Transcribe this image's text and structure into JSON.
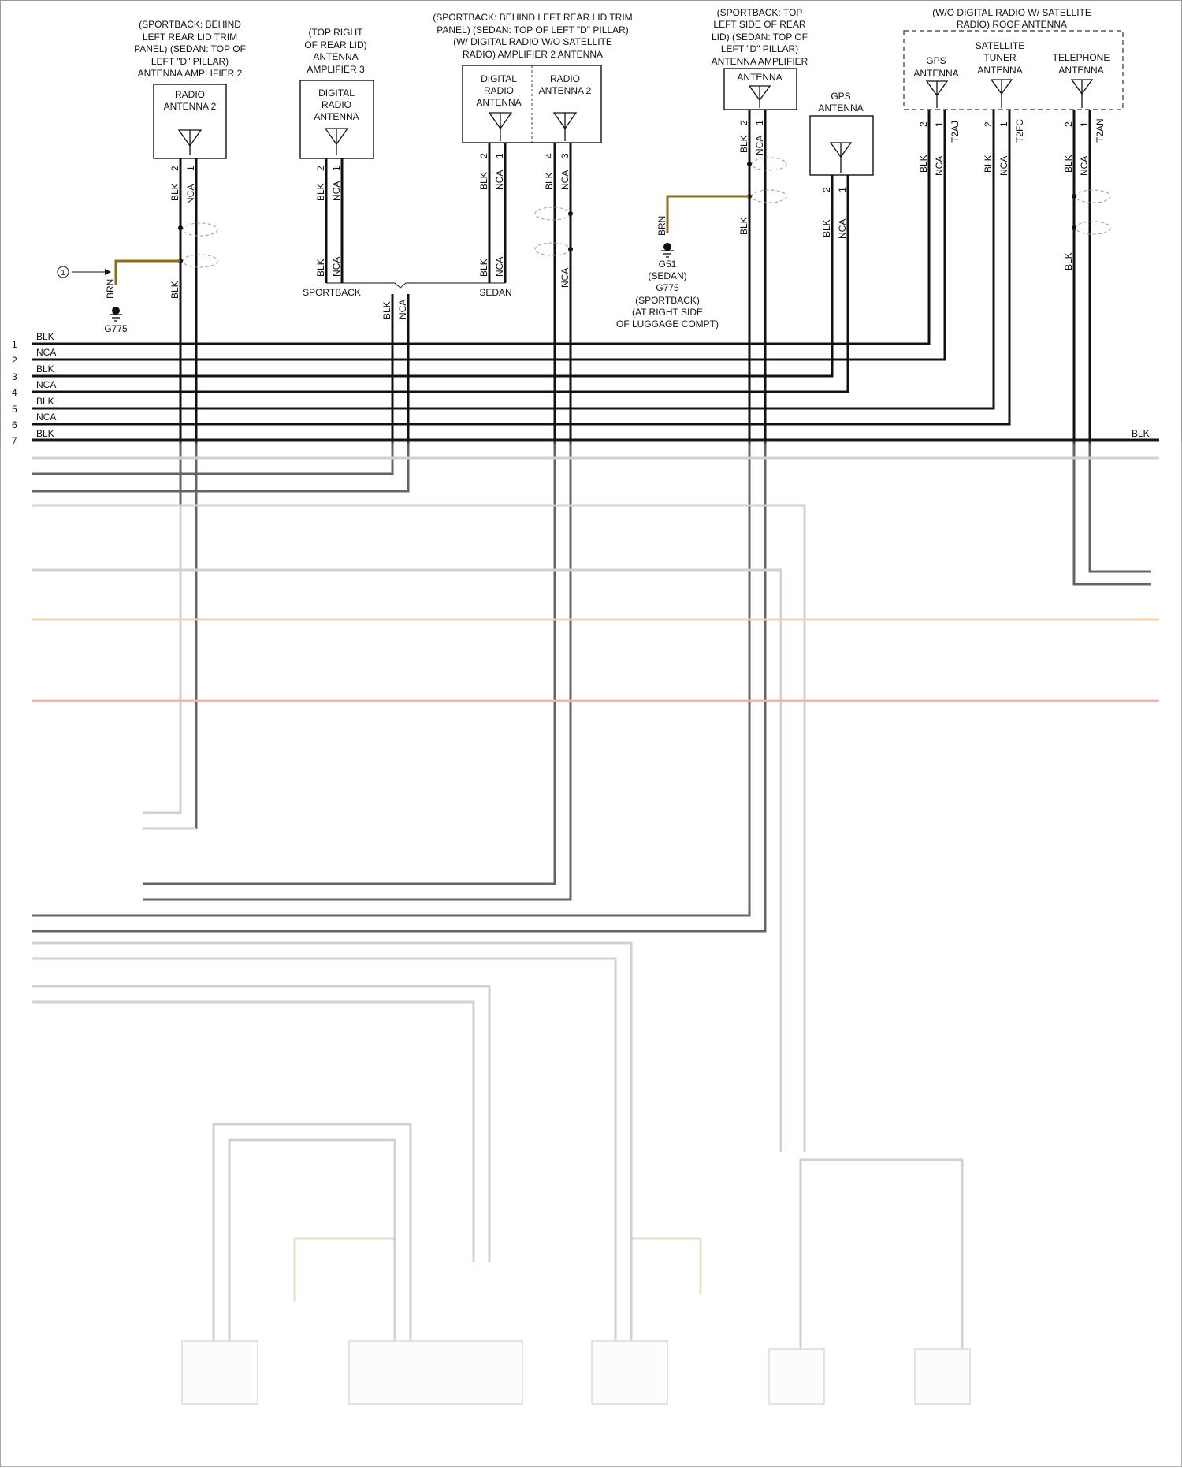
{
  "components": [
    {
      "id": "c1",
      "title_lines": [
        "(SPORTBACK: BEHIND",
        "LEFT REAR LID TRIM",
        "PANEL) (SEDAN: TOP OF",
        "LEFT \"D\" PILLAR)",
        "ANTENNA AMPLIFIER 2"
      ],
      "box_lines": [
        "RADIO",
        "ANTENNA 2"
      ]
    },
    {
      "id": "c2",
      "title_lines": [
        "(TOP RIGHT",
        "OF REAR LID)",
        "ANTENNA",
        "AMPLIFIER 3"
      ],
      "box_lines": [
        "DIGITAL",
        "RADIO",
        "ANTENNA"
      ]
    },
    {
      "id": "c3",
      "title_lines": [
        "(SPORTBACK: BEHIND LEFT REAR LID TRIM",
        "PANEL) (SEDAN: TOP OF LEFT \"D\" PILLAR)",
        "(W/ DIGITAL RADIO W/O SATELLITE",
        "RADIO) AMPLIFIER 2 ANTENNA"
      ],
      "box_a_lines": [
        "DIGITAL",
        "RADIO",
        "ANTENNA"
      ],
      "box_b_lines": [
        "RADIO",
        "ANTENNA 2"
      ]
    },
    {
      "id": "c4",
      "title_lines": [
        "(SPORTBACK: TOP",
        "LEFT SIDE OF REAR",
        "LID) (SEDAN: TOP OF",
        "LEFT \"D\" PILLAR)",
        "ANTENNA AMPLIFIER"
      ],
      "box_lines": [
        "ANTENNA"
      ]
    },
    {
      "id": "c5",
      "box_title_lines": [
        "GPS",
        "ANTENNA"
      ]
    },
    {
      "id": "c6",
      "title_lines": [
        "(W/O DIGITAL RADIO W/ SATELLITE",
        "RADIO) ROOF ANTENNA"
      ],
      "sub_a": [
        "GPS",
        "ANTENNA"
      ],
      "sub_b": [
        "SATELLITE",
        "TUNER",
        "ANTENNA"
      ],
      "sub_c": [
        "TELEPHONE",
        "ANTENNA"
      ]
    }
  ],
  "wire_labels": {
    "blk": "BLK",
    "nca": "NCA",
    "brn": "BRN"
  },
  "pins": {
    "p1": "1",
    "p2": "2",
    "p3": "3",
    "p4": "4"
  },
  "connectors": {
    "t2aj": "T2AJ",
    "t2fc": "T2FC",
    "t2an": "T2AN"
  },
  "grounds": {
    "g775_left": "G775",
    "g51_lines": [
      "G51",
      "(SEDAN)",
      "G775",
      "(SPORTBACK)",
      "(AT RIGHT SIDE",
      "OF LUGGAGE COMPT)"
    ]
  },
  "splice": {
    "sportback": "SPORTBACK",
    "sedan": "SEDAN"
  },
  "callout": "1",
  "rows": [
    {
      "num": "1",
      "color": "BLK"
    },
    {
      "num": "2",
      "color": "NCA"
    },
    {
      "num": "3",
      "color": "BLK"
    },
    {
      "num": "4",
      "color": "NCA"
    },
    {
      "num": "5",
      "color": "BLK"
    },
    {
      "num": "6",
      "color": "NCA"
    },
    {
      "num": "7",
      "color": "BLK"
    }
  ],
  "right_row_label": "BLK",
  "colors": {
    "wire": "#111111",
    "brown": "#8a6d1a",
    "faded": "#b9b9b9",
    "orange_faded": "#f4b27a",
    "red_faded": "#e88c8c"
  }
}
